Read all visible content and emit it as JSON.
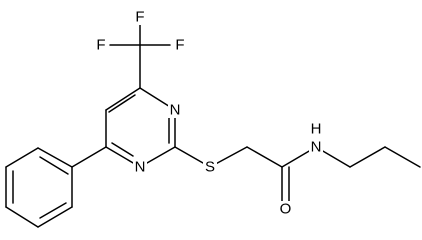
{
  "structure": {
    "type": "chemical-structure",
    "atoms": {
      "f_top": "F",
      "f_left": "F",
      "f_right": "F",
      "n_ring_upper": "N",
      "n_ring_lower": "N",
      "s_thioether": "S",
      "o_carbonyl": "O",
      "n_amide": "N",
      "h_amide": "H"
    }
  }
}
